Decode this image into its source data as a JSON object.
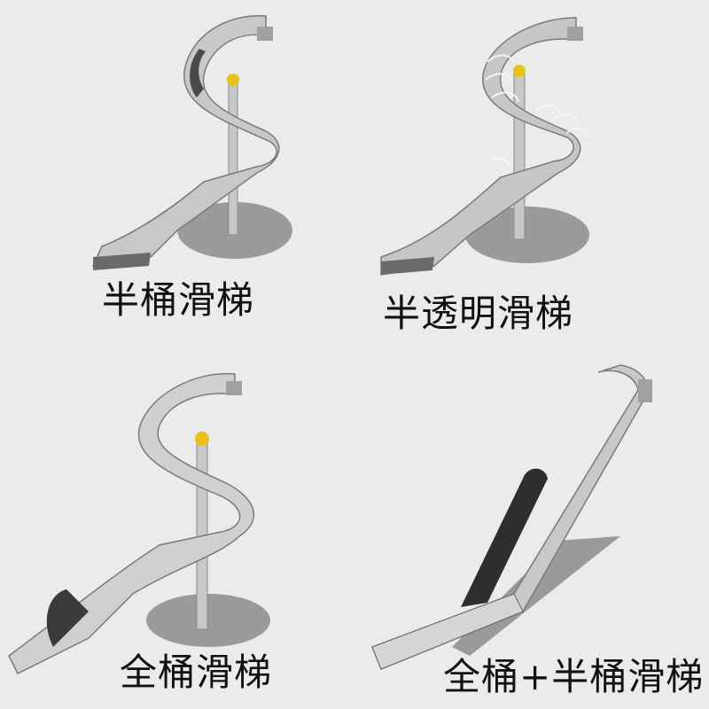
{
  "page": {
    "background": "#ebebeb"
  },
  "colors": {
    "steel_light": "#d9d9d9",
    "steel_mid": "#b5b5b5",
    "steel_dark": "#5a5a5a",
    "shadow": "#9a9a9a",
    "ball": "#e8c21a"
  },
  "panels": [
    {
      "id": "half-tube",
      "label": "半桶滑梯",
      "icon": "half-tube-spiral-slide"
    },
    {
      "id": "translucent",
      "label": "半透明滑梯",
      "icon": "translucent-spiral-slide"
    },
    {
      "id": "full-tube",
      "label": "全桶滑梯",
      "icon": "full-tube-spiral-slide"
    },
    {
      "id": "full-half-tube",
      "label": "全桶+半桶滑梯",
      "icon": "straight-full-half-tube-slide"
    }
  ]
}
